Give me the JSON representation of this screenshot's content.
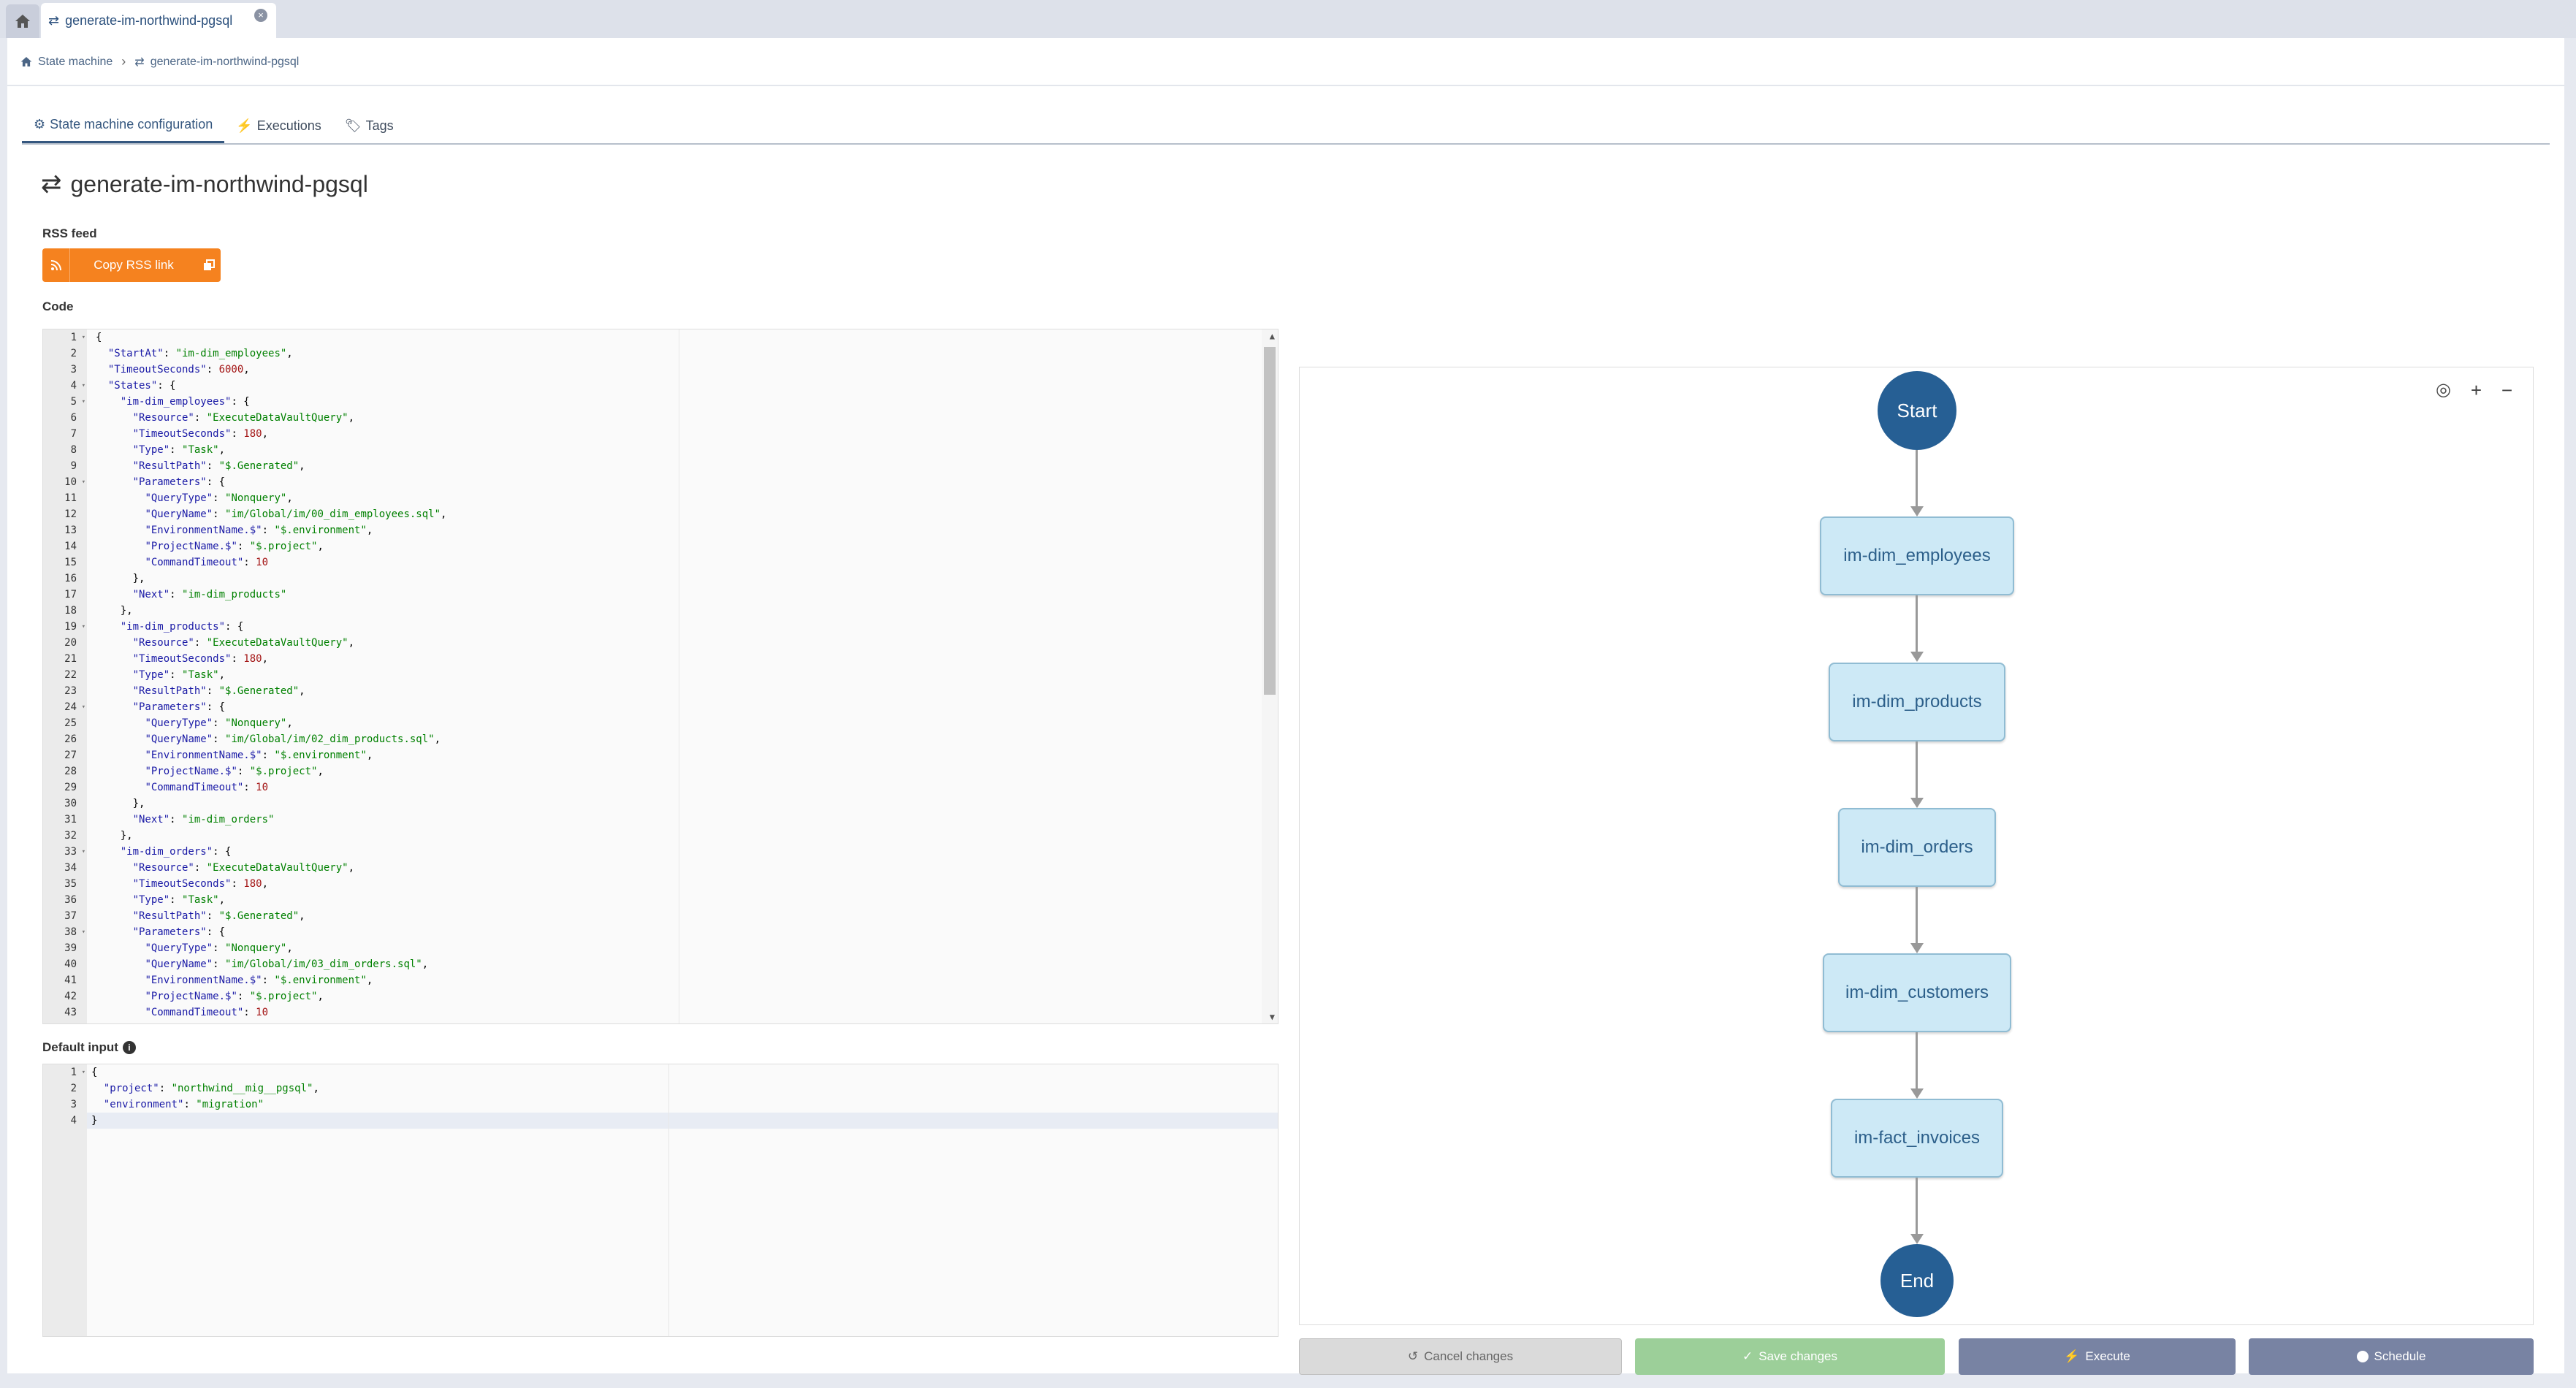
{
  "tabbar": {
    "tab_label": "generate-im-northwind-pgsql"
  },
  "breadcrumb": {
    "root": "State machine",
    "current": "generate-im-northwind-pgsql"
  },
  "tabs": [
    {
      "label": "State machine configuration",
      "icon": "gear-icon"
    },
    {
      "label": "Executions",
      "icon": "bolt-icon"
    },
    {
      "label": "Tags",
      "icon": "tag-icon"
    }
  ],
  "title": "generate-im-northwind-pgsql",
  "rss": {
    "section_label": "RSS feed",
    "button_label": "Copy RSS link"
  },
  "code_label": "Code",
  "default_input_label": "Default input",
  "code_lines": [
    "{",
    "  \"StartAt\": \"im-dim_employees\",",
    "  \"TimeoutSeconds\": 6000,",
    "  \"States\": {",
    "    \"im-dim_employees\": {",
    "      \"Resource\": \"ExecuteDataVaultQuery\",",
    "      \"TimeoutSeconds\": 180,",
    "      \"Type\": \"Task\",",
    "      \"ResultPath\": \"$.Generated\",",
    "      \"Parameters\": {",
    "        \"QueryType\": \"Nonquery\",",
    "        \"QueryName\": \"im/Global/im/00_dim_employees.sql\",",
    "        \"EnvironmentName.$\": \"$.environment\",",
    "        \"ProjectName.$\": \"$.project\",",
    "        \"CommandTimeout\": 10",
    "      },",
    "      \"Next\": \"im-dim_products\"",
    "    },",
    "    \"im-dim_products\": {",
    "      \"Resource\": \"ExecuteDataVaultQuery\",",
    "      \"TimeoutSeconds\": 180,",
    "      \"Type\": \"Task\",",
    "      \"ResultPath\": \"$.Generated\",",
    "      \"Parameters\": {",
    "        \"QueryType\": \"Nonquery\",",
    "        \"QueryName\": \"im/Global/im/02_dim_products.sql\",",
    "        \"EnvironmentName.$\": \"$.environment\",",
    "        \"ProjectName.$\": \"$.project\",",
    "        \"CommandTimeout\": 10",
    "      },",
    "      \"Next\": \"im-dim_orders\"",
    "    },",
    "    \"im-dim_orders\": {",
    "      \"Resource\": \"ExecuteDataVaultQuery\",",
    "      \"TimeoutSeconds\": 180,",
    "      \"Type\": \"Task\",",
    "      \"ResultPath\": \"$.Generated\",",
    "      \"Parameters\": {",
    "        \"QueryType\": \"Nonquery\",",
    "        \"QueryName\": \"im/Global/im/03_dim_orders.sql\",",
    "        \"EnvironmentName.$\": \"$.environment\",",
    "        \"ProjectName.$\": \"$.project\",",
    "        \"CommandTimeout\": 10"
  ],
  "fold_lines": [
    1,
    4,
    5,
    10,
    19,
    24,
    33,
    38
  ],
  "input_lines": [
    "{",
    "  \"project\": \"northwind__mig__pgsql\",",
    "  \"environment\": \"migration\"",
    "}"
  ],
  "input_fold_lines": [
    1
  ],
  "graph": {
    "start": "Start",
    "end": "End",
    "nodes": [
      "im-dim_employees",
      "im-dim_products",
      "im-dim_orders",
      "im-dim_customers",
      "im-fact_invoices"
    ],
    "controls": [
      "target-icon",
      "zoom-in-icon",
      "zoom-out-icon"
    ]
  },
  "buttons": {
    "cancel": "Cancel changes",
    "save": "Save changes",
    "execute": "Execute",
    "schedule": "Schedule"
  },
  "colors": {
    "rss": "#f5821f",
    "node_fill": "#cde9f6",
    "terminal_fill": "#265f94",
    "save": "#9ccf99",
    "execute": "#7883a3"
  }
}
